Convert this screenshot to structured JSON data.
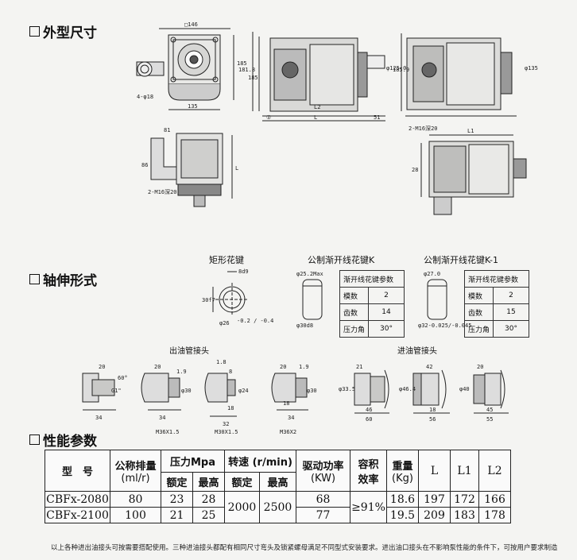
{
  "sections": {
    "outline": "外型尺寸",
    "shaft": "轴伸形式",
    "performance": "性能参数"
  },
  "outline_dims": {
    "front_width": "□146",
    "front_height": "185",
    "front_bottom": "135",
    "front_holes": "4-φ18",
    "side_h1": "181.8",
    "side_h2": "185",
    "side_l2": "L2",
    "side_l": "L",
    "side_51": "51",
    "side_e": "①",
    "side_shaft": "φ125-0.040",
    "top_dim": "185.9",
    "top_shaft": "φ135",
    "pipe_l1": "L1",
    "pipe_b": "28",
    "bottom_label": "2-M16深20",
    "elbow_a": "81",
    "elbow_b": "86",
    "elbow_label": "2-M16深20",
    "elbow_l": "L"
  },
  "shaft_forms": {
    "rect_key": {
      "title": "矩形花键",
      "d1": "8d9",
      "d2": "30f7",
      "d3": "φ26",
      "tol": "-0.2 / -0.4"
    },
    "involute_k": {
      "title": "公制渐开线花键K",
      "top": "φ25.2Max",
      "bottom": "φ30d8",
      "table_title": "渐开线花键参数",
      "rows": [
        [
          "模数",
          "2"
        ],
        [
          "齿数",
          "14"
        ],
        [
          "压力角",
          "30°"
        ]
      ]
    },
    "involute_k1": {
      "title": "公制渐开线花键K-1",
      "top": "φ27.0",
      "bottom": "φ32-0.025/-0.045",
      "table_title": "渐开线花键参数",
      "rows": [
        [
          "模数",
          "2"
        ],
        [
          "齿数",
          "15"
        ],
        [
          "压力角",
          "30°"
        ]
      ]
    }
  },
  "fittings": {
    "outlet_title": "出油管接头",
    "inlet_title": "进油管接头",
    "outlet": [
      {
        "top": "20",
        "left": "",
        "side": "G1\"",
        "bottom": "34",
        "angle": "60°"
      },
      {
        "top": "20",
        "left": "1.9",
        "side": "φ30",
        "bottom": "34",
        "thread": "M36X1.5",
        "extra": ""
      },
      {
        "top": "1.8",
        "left": "8",
        "side": "φ24",
        "bottom": "32",
        "thread": "M30X1.5",
        "extra": "18"
      },
      {
        "top": "20",
        "left": "1.9",
        "side": "φ30",
        "bottom": "34",
        "thread": "M36X2",
        "extra": "18"
      }
    ],
    "inlet": [
      {
        "top": "21",
        "side": "φ33.5",
        "mid": "46",
        "bottom": "60"
      },
      {
        "top": "42",
        "side": "φ46.4",
        "mid": "18",
        "bottom": "56"
      },
      {
        "top": "20",
        "side": "φ40",
        "mid": "45",
        "bottom": "55"
      }
    ]
  },
  "performance_table": {
    "headers": {
      "model": "型　号",
      "displacement": "公称排量",
      "displacement_unit": "(ml/r)",
      "pressure": "压力Mpa",
      "pressure_rated": "额定",
      "pressure_max": "最高",
      "speed": "转速 (r/min)",
      "speed_rated": "额定",
      "speed_max": "最高",
      "power": "驱动功率",
      "power_unit": "(KW)",
      "efficiency": "容积",
      "efficiency2": "效率",
      "weight": "重量",
      "weight_unit": "(Kg)",
      "l": "L",
      "l1": "L1",
      "l2": "L2"
    },
    "rows": [
      {
        "model": "CBFx-2080",
        "displacement": "80",
        "p_rated": "23",
        "p_max": "28",
        "power": "68",
        "weight": "18.6",
        "l": "197",
        "l1": "172",
        "l2": "166"
      },
      {
        "model": "CBFx-2100",
        "displacement": "100",
        "p_rated": "21",
        "p_max": "25",
        "power": "77",
        "weight": "19.5",
        "l": "209",
        "l1": "183",
        "l2": "178"
      }
    ],
    "speed_rated": "2000",
    "speed_max": "2500",
    "efficiency": "≥91%"
  },
  "footnote": "以上各种进出油接头可按需要搭配使用。三种进油接头都配有相同尺寸弯头及锁紧螺母满足不同型式安装要求。进出油口接头在不影响泵性能的条件下，可按用户要求制造"
}
